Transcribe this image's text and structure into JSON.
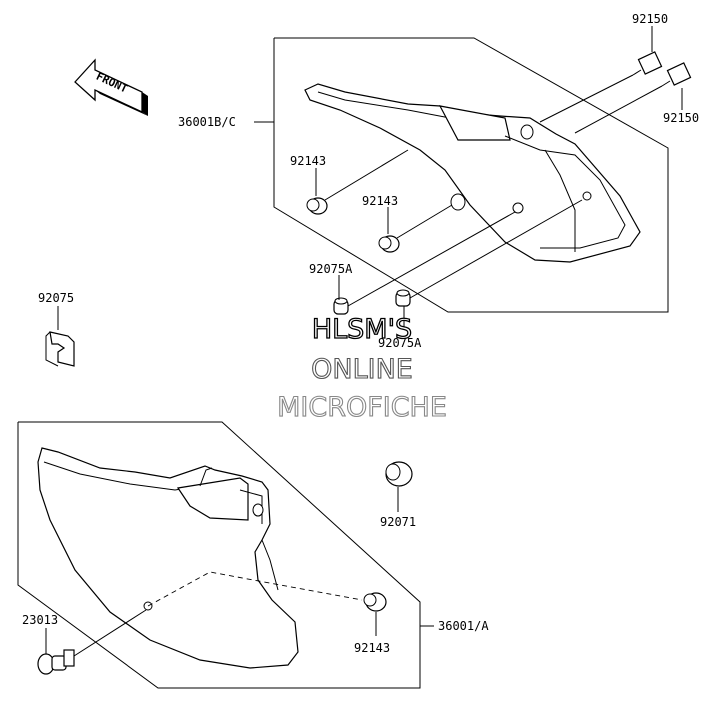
{
  "front_arrow": {
    "text": "FRONT"
  },
  "labels": {
    "bolt_top_1": "92150",
    "bolt_top_2": "92150",
    "cover_upper": "36001B/C",
    "washer_upper_1": "92143",
    "washer_upper_2": "92143",
    "collar_1": "92075A",
    "collar_2": "92075A",
    "clip": "92075",
    "grommet": "92071",
    "screw": "23013",
    "washer_lower": "92143",
    "cover_lower": "36001/A"
  },
  "watermark": {
    "line1": "HLSM'S",
    "line2": "ONLINE",
    "line3": "MICROFICHE"
  }
}
